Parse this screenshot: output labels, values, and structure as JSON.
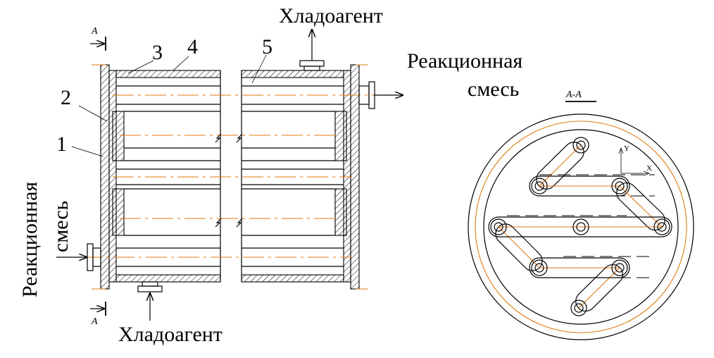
{
  "labels": {
    "coolant_top": "Хладоагент",
    "coolant_bottom": "Хладоагент",
    "reaction_mix_out_line1": "Реакционная",
    "reaction_mix_out_line2": "смесь",
    "reaction_mix_in_line1": "Реакционная",
    "reaction_mix_in_line2": "смесь",
    "section_top": "А",
    "section_bottom": "А",
    "section_view": "А-А",
    "axis_y": "Y",
    "axis_x": "X"
  },
  "part_numbers": [
    "1",
    "2",
    "3",
    "4",
    "5"
  ],
  "colors": {
    "line": "#000000",
    "axis_orange": "#e07a10"
  }
}
